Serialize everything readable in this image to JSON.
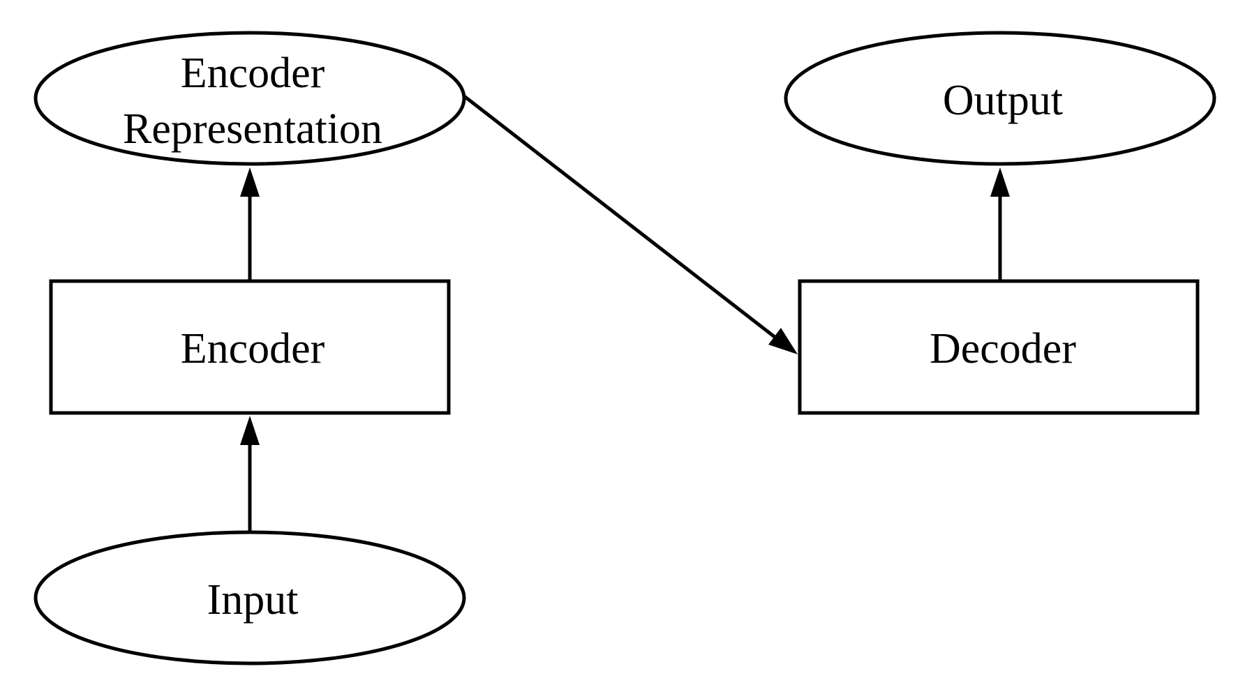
{
  "nodes": {
    "encoder_representation": {
      "lines": [
        "Encoder",
        "Representation"
      ],
      "shape": "ellipse"
    },
    "encoder": {
      "label": "Encoder",
      "shape": "rectangle"
    },
    "input": {
      "label": "Input",
      "shape": "ellipse"
    },
    "decoder": {
      "label": "Decoder",
      "shape": "rectangle"
    },
    "output": {
      "label": "Output",
      "shape": "ellipse"
    }
  },
  "edges": [
    {
      "from": "input",
      "to": "encoder"
    },
    {
      "from": "encoder",
      "to": "encoder_representation"
    },
    {
      "from": "encoder_representation",
      "to": "decoder"
    },
    {
      "from": "decoder",
      "to": "output"
    }
  ],
  "colors": {
    "stroke": "#000000",
    "fill": "#ffffff",
    "text": "#000000"
  }
}
